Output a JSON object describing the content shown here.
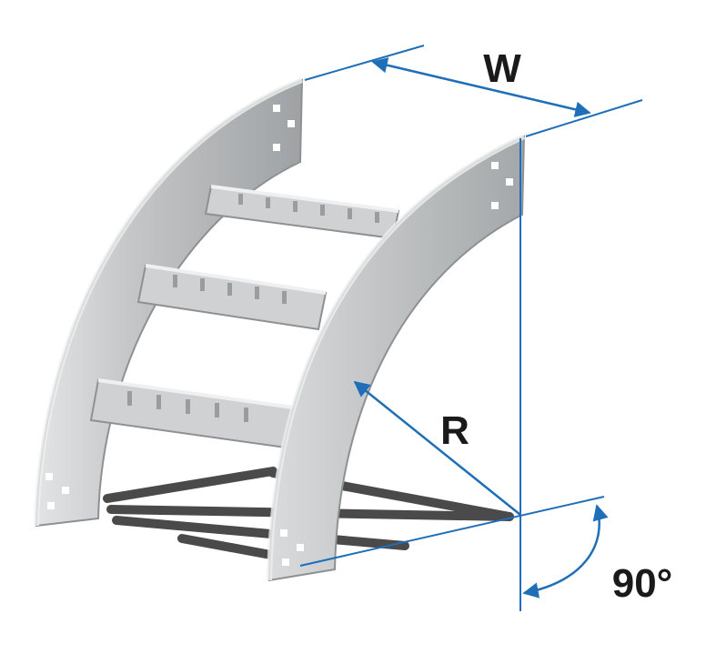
{
  "labels": {
    "width": "W",
    "radius": "R",
    "angle": "90°"
  },
  "colors": {
    "dimension_line": "#1f6fb8",
    "rail_face": "#a9acae",
    "rail_highlight": "#d8dadb",
    "rung": "#c9cbcc",
    "shadow": "#2b2b2b",
    "label": "#1a1a1a"
  }
}
